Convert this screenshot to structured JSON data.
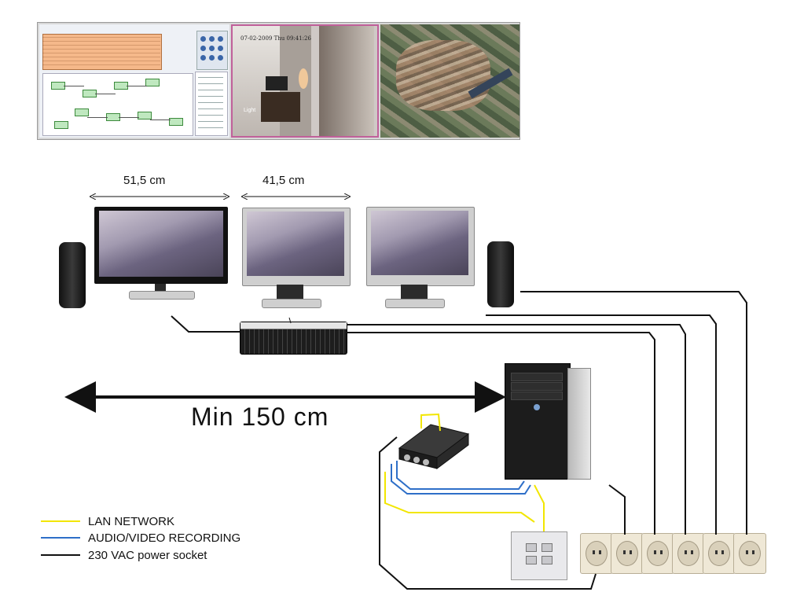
{
  "screenshot": {
    "camera_timestamp": "07-02-2009 Thu 09:41:26",
    "camera_label": "Light"
  },
  "dimensions": {
    "monitor_large": "51,5 cm",
    "monitor_small": "41,5 cm",
    "min_distance": "Min 150 cm"
  },
  "legend": [
    {
      "label": "LAN NETWORK",
      "color": "#f2e600"
    },
    {
      "label": "AUDIO/VIDEO RECORDING",
      "color": "#2e6fc8"
    },
    {
      "label": "230 VAC power socket",
      "color": "#000000"
    }
  ],
  "colors": {
    "lan": "#f2e600",
    "av": "#2e6fc8",
    "power": "#000000"
  },
  "devices": [
    "monitor",
    "monitor",
    "monitor",
    "speaker",
    "speaker",
    "keyboard",
    "pc-tower",
    "video-encoder",
    "lan-wall-plate",
    "power-socket-strip"
  ]
}
